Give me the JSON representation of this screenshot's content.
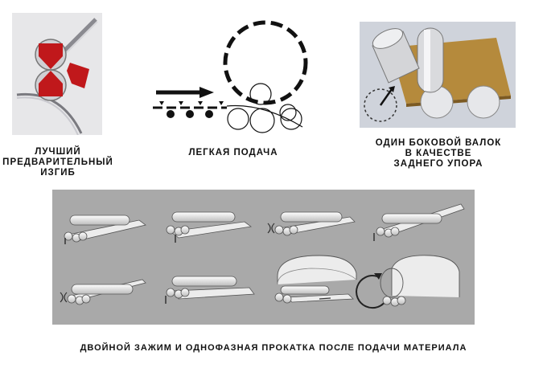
{
  "captions": {
    "prebend": [
      "ЛУЧШИЙ",
      "ПРЕДВАРИТЕЛЬНЫЙ",
      "ИЗГИБ"
    ],
    "feed": [
      "ЛЕГКАЯ ПОДАЧА"
    ],
    "side_roll": [
      "ОДИН БОКОВОЙ ВАЛОК",
      "В КАЧЕСТВЕ",
      "ЗАДНЕГО УПОРА"
    ],
    "bottom": "ДВОЙНОЙ ЗАЖИМ И ОДНОФАЗНАЯ ПРОКАТКА ПОСЛЕ ПОДАЧИ МАТЕРИАЛА"
  },
  "colors": {
    "arrow_red": "#c0181b",
    "panel_gray": "#a9a9a9",
    "plate_gold": "#b58a3c"
  }
}
